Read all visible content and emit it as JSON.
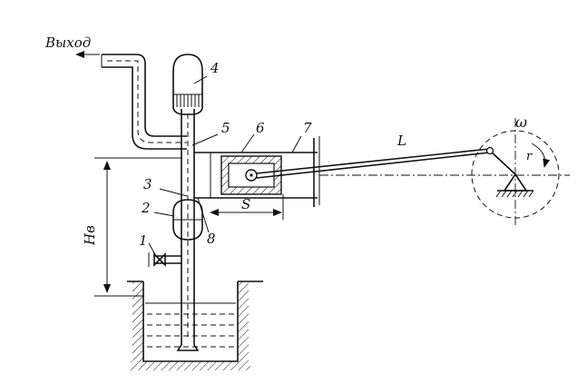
{
  "labels": {
    "output": "Выход",
    "n1": "1",
    "n2": "2",
    "n3": "3",
    "n4": "4",
    "n5": "5",
    "n6": "6",
    "n7": "7",
    "n8": "8",
    "stroke": "S",
    "rod_length": "L",
    "omega": "ω",
    "crank_radius": "r",
    "suction_head": "Hв"
  }
}
